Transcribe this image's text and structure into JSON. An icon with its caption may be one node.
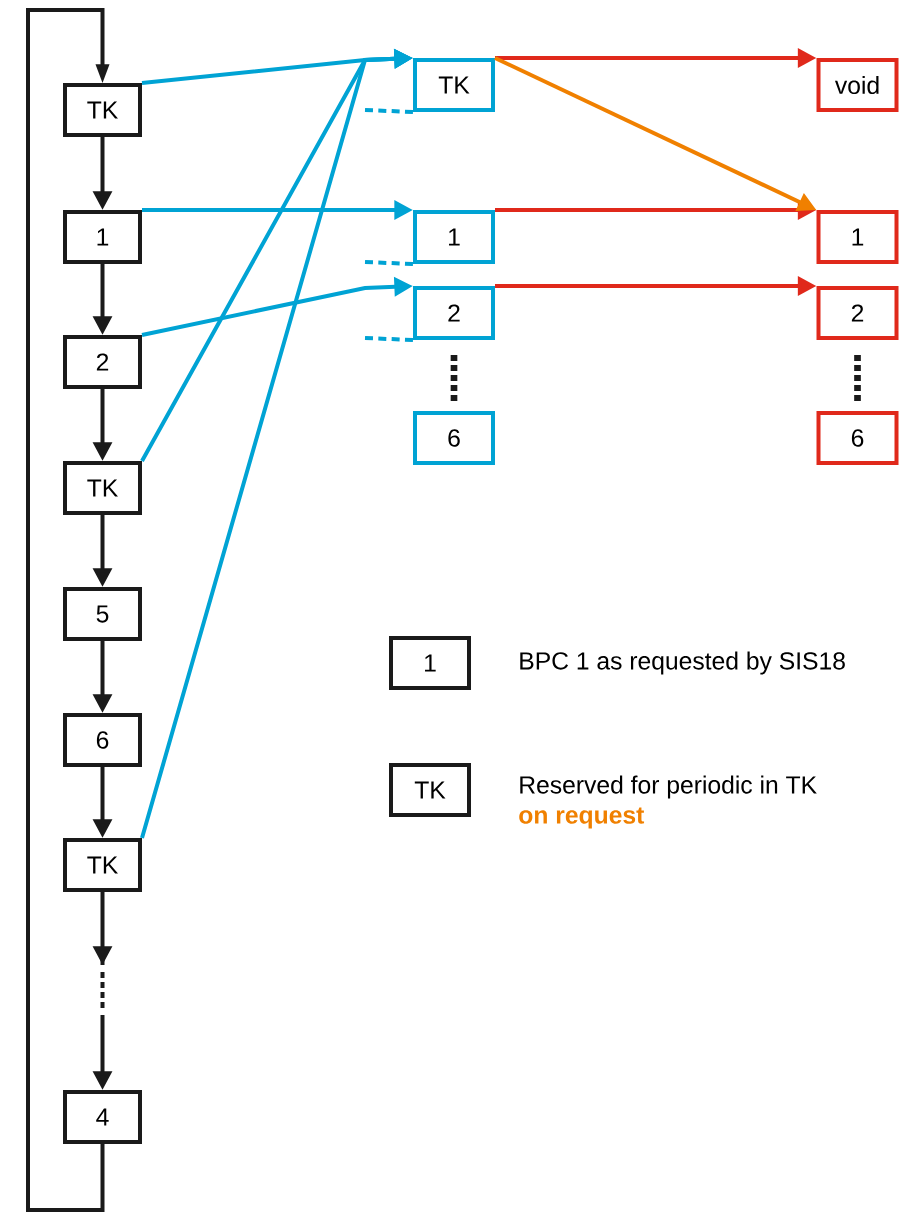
{
  "diagram": {
    "nodes": [
      {
        "text": [
          "TK"
        ]
      },
      {
        "text": [
          "1"
        ]
      },
      {
        "text": [
          "2"
        ]
      },
      {
        "text": [
          "TK"
        ]
      },
      {
        "text": [
          "5"
        ]
      },
      {
        "text": [
          "6"
        ]
      },
      {
        "text": [
          "TK"
        ]
      },
      {
        "text": [
          "4"
        ]
      },
      {
        "text": [
          "TK"
        ]
      },
      {
        "text": [
          "1"
        ]
      },
      {
        "text": [
          "2"
        ]
      },
      {
        "text": [
          "6"
        ]
      },
      {
        "text": [
          "void"
        ]
      },
      {
        "text": [
          "1"
        ]
      },
      {
        "text": [
          "2"
        ]
      },
      {
        "text": [
          "6"
        ]
      },
      {
        "text": [
          "1"
        ],
        "beside": [
          "BPC 1 as requested by SIS18"
        ]
      },
      {
        "text": [
          "TK"
        ],
        "beside": [
          "Reserved for periodic in TK",
          "on request"
        ]
      }
    ],
    "edges": [
      {
        "from": 0,
        "to": 1,
        "arrow": "to",
        "color": "#1a1a1a"
      },
      {
        "from": 1,
        "to": 2,
        "arrow": "to",
        "color": "#1a1a1a"
      },
      {
        "from": 2,
        "to": 3,
        "arrow": "to",
        "color": "#1a1a1a"
      },
      {
        "from": 3,
        "to": 4,
        "arrow": "to",
        "color": "#1a1a1a"
      },
      {
        "from": 4,
        "to": 5,
        "arrow": "to",
        "color": "#1a1a1a"
      },
      {
        "from": 5,
        "to": 6,
        "arrow": "to",
        "color": "#1a1a1a"
      },
      {
        "from": 6,
        "to": 7,
        "arrow": "to",
        "style": "dashed",
        "color": "#1a1a1a"
      },
      {
        "from": 7,
        "to": 0,
        "arrow": "to",
        "color": "#1a1a1a"
      },
      {
        "from": 0,
        "to": 8,
        "arrow": "to",
        "color": "#00a3d4"
      },
      {
        "from": 3,
        "to": 8,
        "arrow": "to",
        "color": "#00a3d4"
      },
      {
        "from": 6,
        "to": 8,
        "arrow": "to",
        "color": "#00a3d4"
      },
      {
        "from": 1,
        "to": 9,
        "arrow": "to",
        "color": "#00a3d4"
      },
      {
        "from": 2,
        "to": 10,
        "arrow": "to",
        "color": "#00a3d4"
      },
      {
        "from": null,
        "to": 8,
        "arrow": "none",
        "style": "dashed",
        "color": "#00a3d4"
      },
      {
        "from": null,
        "to": 9,
        "arrow": "none",
        "style": "dashed",
        "color": "#00a3d4"
      },
      {
        "from": null,
        "to": 10,
        "arrow": "none",
        "style": "dashed",
        "color": "#00a3d4"
      },
      {
        "from": 8,
        "to": 12,
        "arrow": "to",
        "color": "#e0291b"
      },
      {
        "from": 9,
        "to": 13,
        "arrow": "to",
        "color": "#e0291b"
      },
      {
        "from": 10,
        "to": 14,
        "arrow": "to",
        "color": "#e0291b"
      },
      {
        "from": 8,
        "to": 13,
        "arrow": "to",
        "color": "#f08000"
      }
    ]
  }
}
